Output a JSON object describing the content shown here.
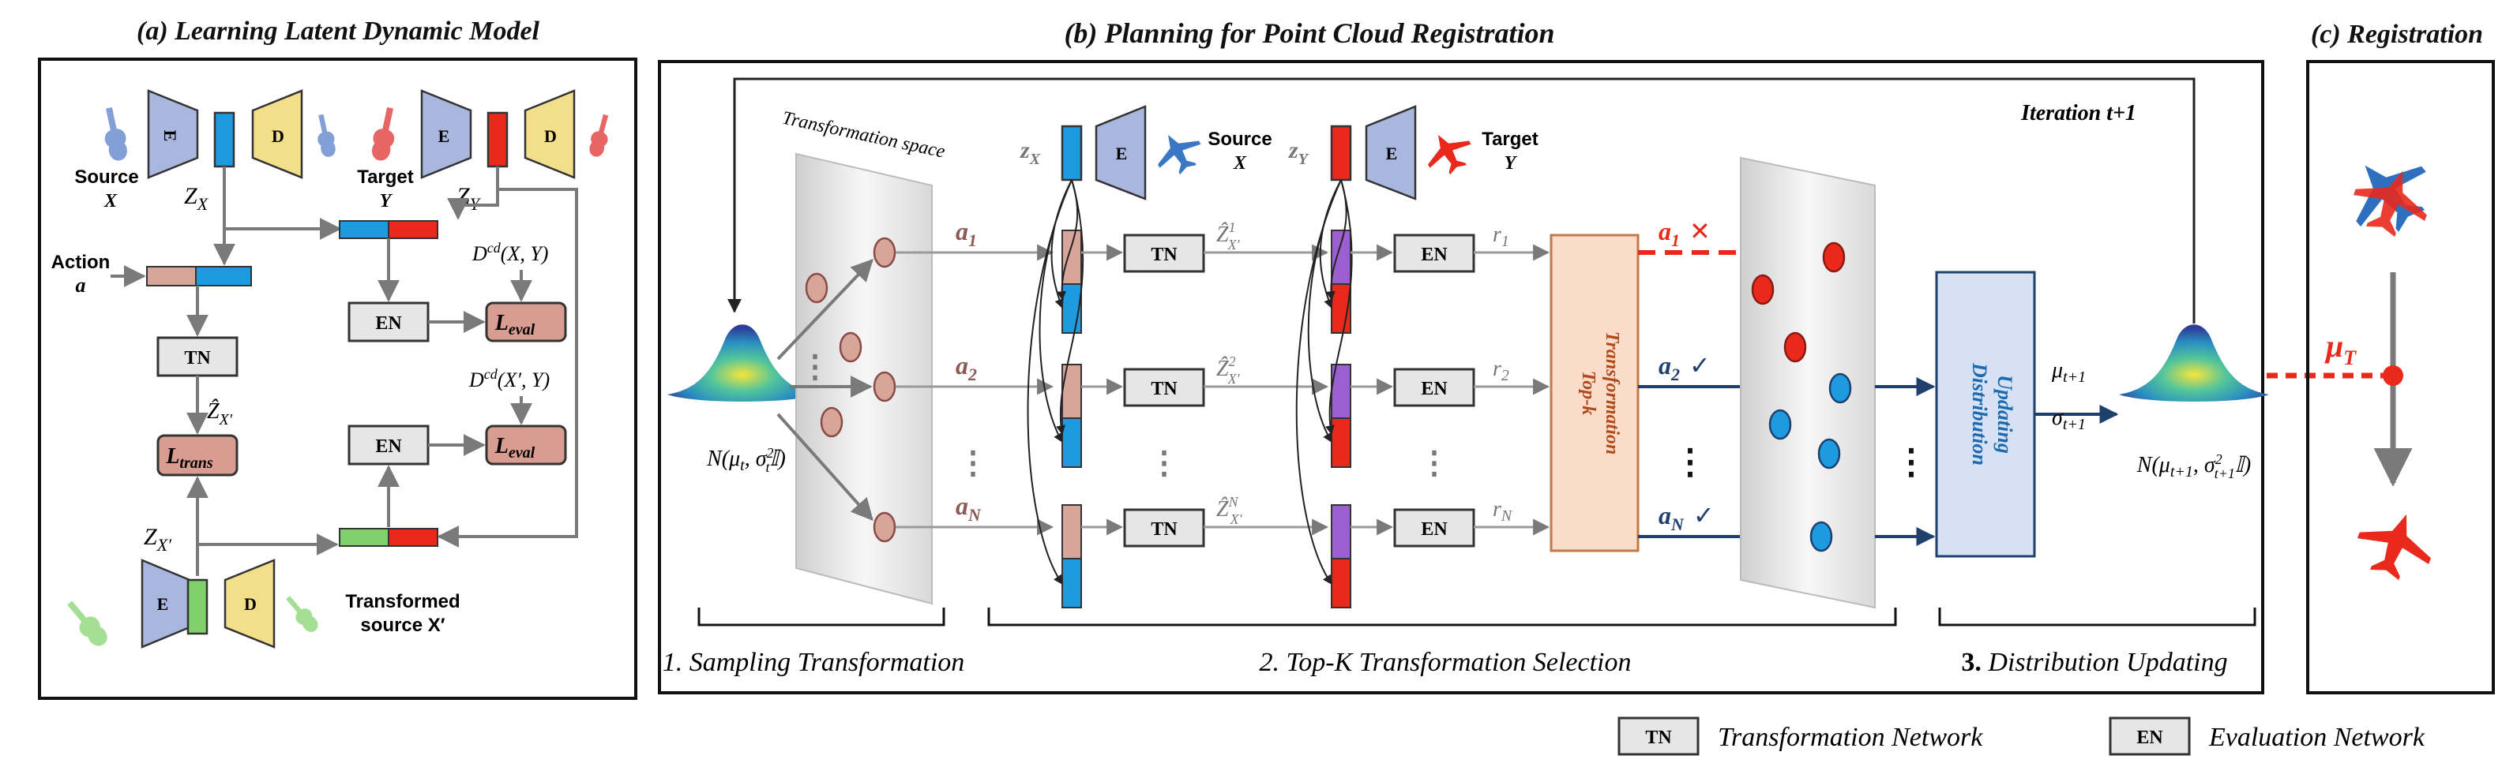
{
  "panel_a": {
    "title": "(a) Learning Latent Dynamic Model",
    "source_label": "Source",
    "source_var": "X",
    "target_label": "Target",
    "target_var": "Y",
    "zx": "Z",
    "zx_sub": "X",
    "zy": "Z",
    "zy_sub": "Y",
    "action_label": "Action",
    "action_var": "a",
    "encoder": "E",
    "decoder": "D",
    "tn": "TN",
    "en": "EN",
    "dcd_top": "D",
    "dcd_top_sup": "cd",
    "dcd_top_args": "(X, Y)",
    "dcd_bottom": "D",
    "dcd_bottom_sup": "cd",
    "dcd_bottom_args": "(X′, Y)",
    "l_eval": "L",
    "l_eval_sub": "eval",
    "l_trans": "L",
    "l_trans_sub": "trans",
    "zhat": "Ẑ",
    "zhat_sub": "X′",
    "zxp": "Z",
    "zxp_sub": "X′",
    "transformed_label": "Transformed",
    "transformed_label2": "source X′"
  },
  "panel_b": {
    "title": "(b) Planning for Point Cloud Registration",
    "iteration": "Iteration t+1",
    "transformation_space": "Transformation space",
    "prior": "N(μ",
    "prior_sub": "t",
    "prior_rest": ", σ",
    "prior_sup": "2",
    "prior_sub2": "t",
    "prior_end": "𝕀)",
    "posterior": "N(μ",
    "posterior_sub": "t+1",
    "posterior_rest": ", σ",
    "posterior_sup": "2",
    "posterior_sub2": "t+1",
    "posterior_end": "𝕀)",
    "source_label": "Source",
    "source_var": "X",
    "target_label": "Target",
    "target_var": "Y",
    "zx": "z",
    "zx_sub": "X",
    "zy": "z",
    "zy_sub": "Y",
    "encoder": "E",
    "tn": "TN",
    "en": "EN",
    "actions": [
      "a",
      "a",
      "a"
    ],
    "action_subs": [
      "1",
      "2",
      "N"
    ],
    "zhats": [
      "Ẑ",
      "Ẑ",
      "Ẑ"
    ],
    "zhat_sups": [
      "1",
      "2",
      "N"
    ],
    "zhat_sub": "X′",
    "rewards": [
      "r",
      "r",
      "r"
    ],
    "reward_subs": [
      "1",
      "2",
      "N"
    ],
    "topk_line1": "Top-k",
    "topk_line2": "Transformation",
    "selected": [
      "a",
      "a",
      "a"
    ],
    "selected_subs": [
      "1",
      "2",
      "N"
    ],
    "mark_reject": "✕",
    "mark_accept": "✓",
    "distribution_line1": "Distribution",
    "distribution_line2": "Updating",
    "mu": "μ",
    "mu_sub": "t+1",
    "sigma": "σ",
    "sigma_sub": "t+1",
    "step1": "1. Sampling Transformation",
    "step2": "2. Top-K Transformation Selection",
    "step3_num": "3.",
    "step3": " Distribution Updating",
    "vdots": "⋮"
  },
  "panel_c": {
    "title": "(c) Registration",
    "mu_T": "μ",
    "mu_T_sub": "T"
  },
  "legend": {
    "tn": "TN",
    "tn_text": "Transformation Network",
    "en": "EN",
    "en_text": "Evaluation Network"
  },
  "colors": {
    "blue": "#1e9be0",
    "red": "#e8291c",
    "pink": "#d8a59a",
    "green": "#7fd16a",
    "purple": "#9b5fd1",
    "encoder": "#a9b7de",
    "decoder": "#f3de8a",
    "loss": "#d89c90",
    "topk": "#fbdccb",
    "dist": "#d6e2f3",
    "navy": "#1f3f6d",
    "gray": "#7a7a7a"
  }
}
